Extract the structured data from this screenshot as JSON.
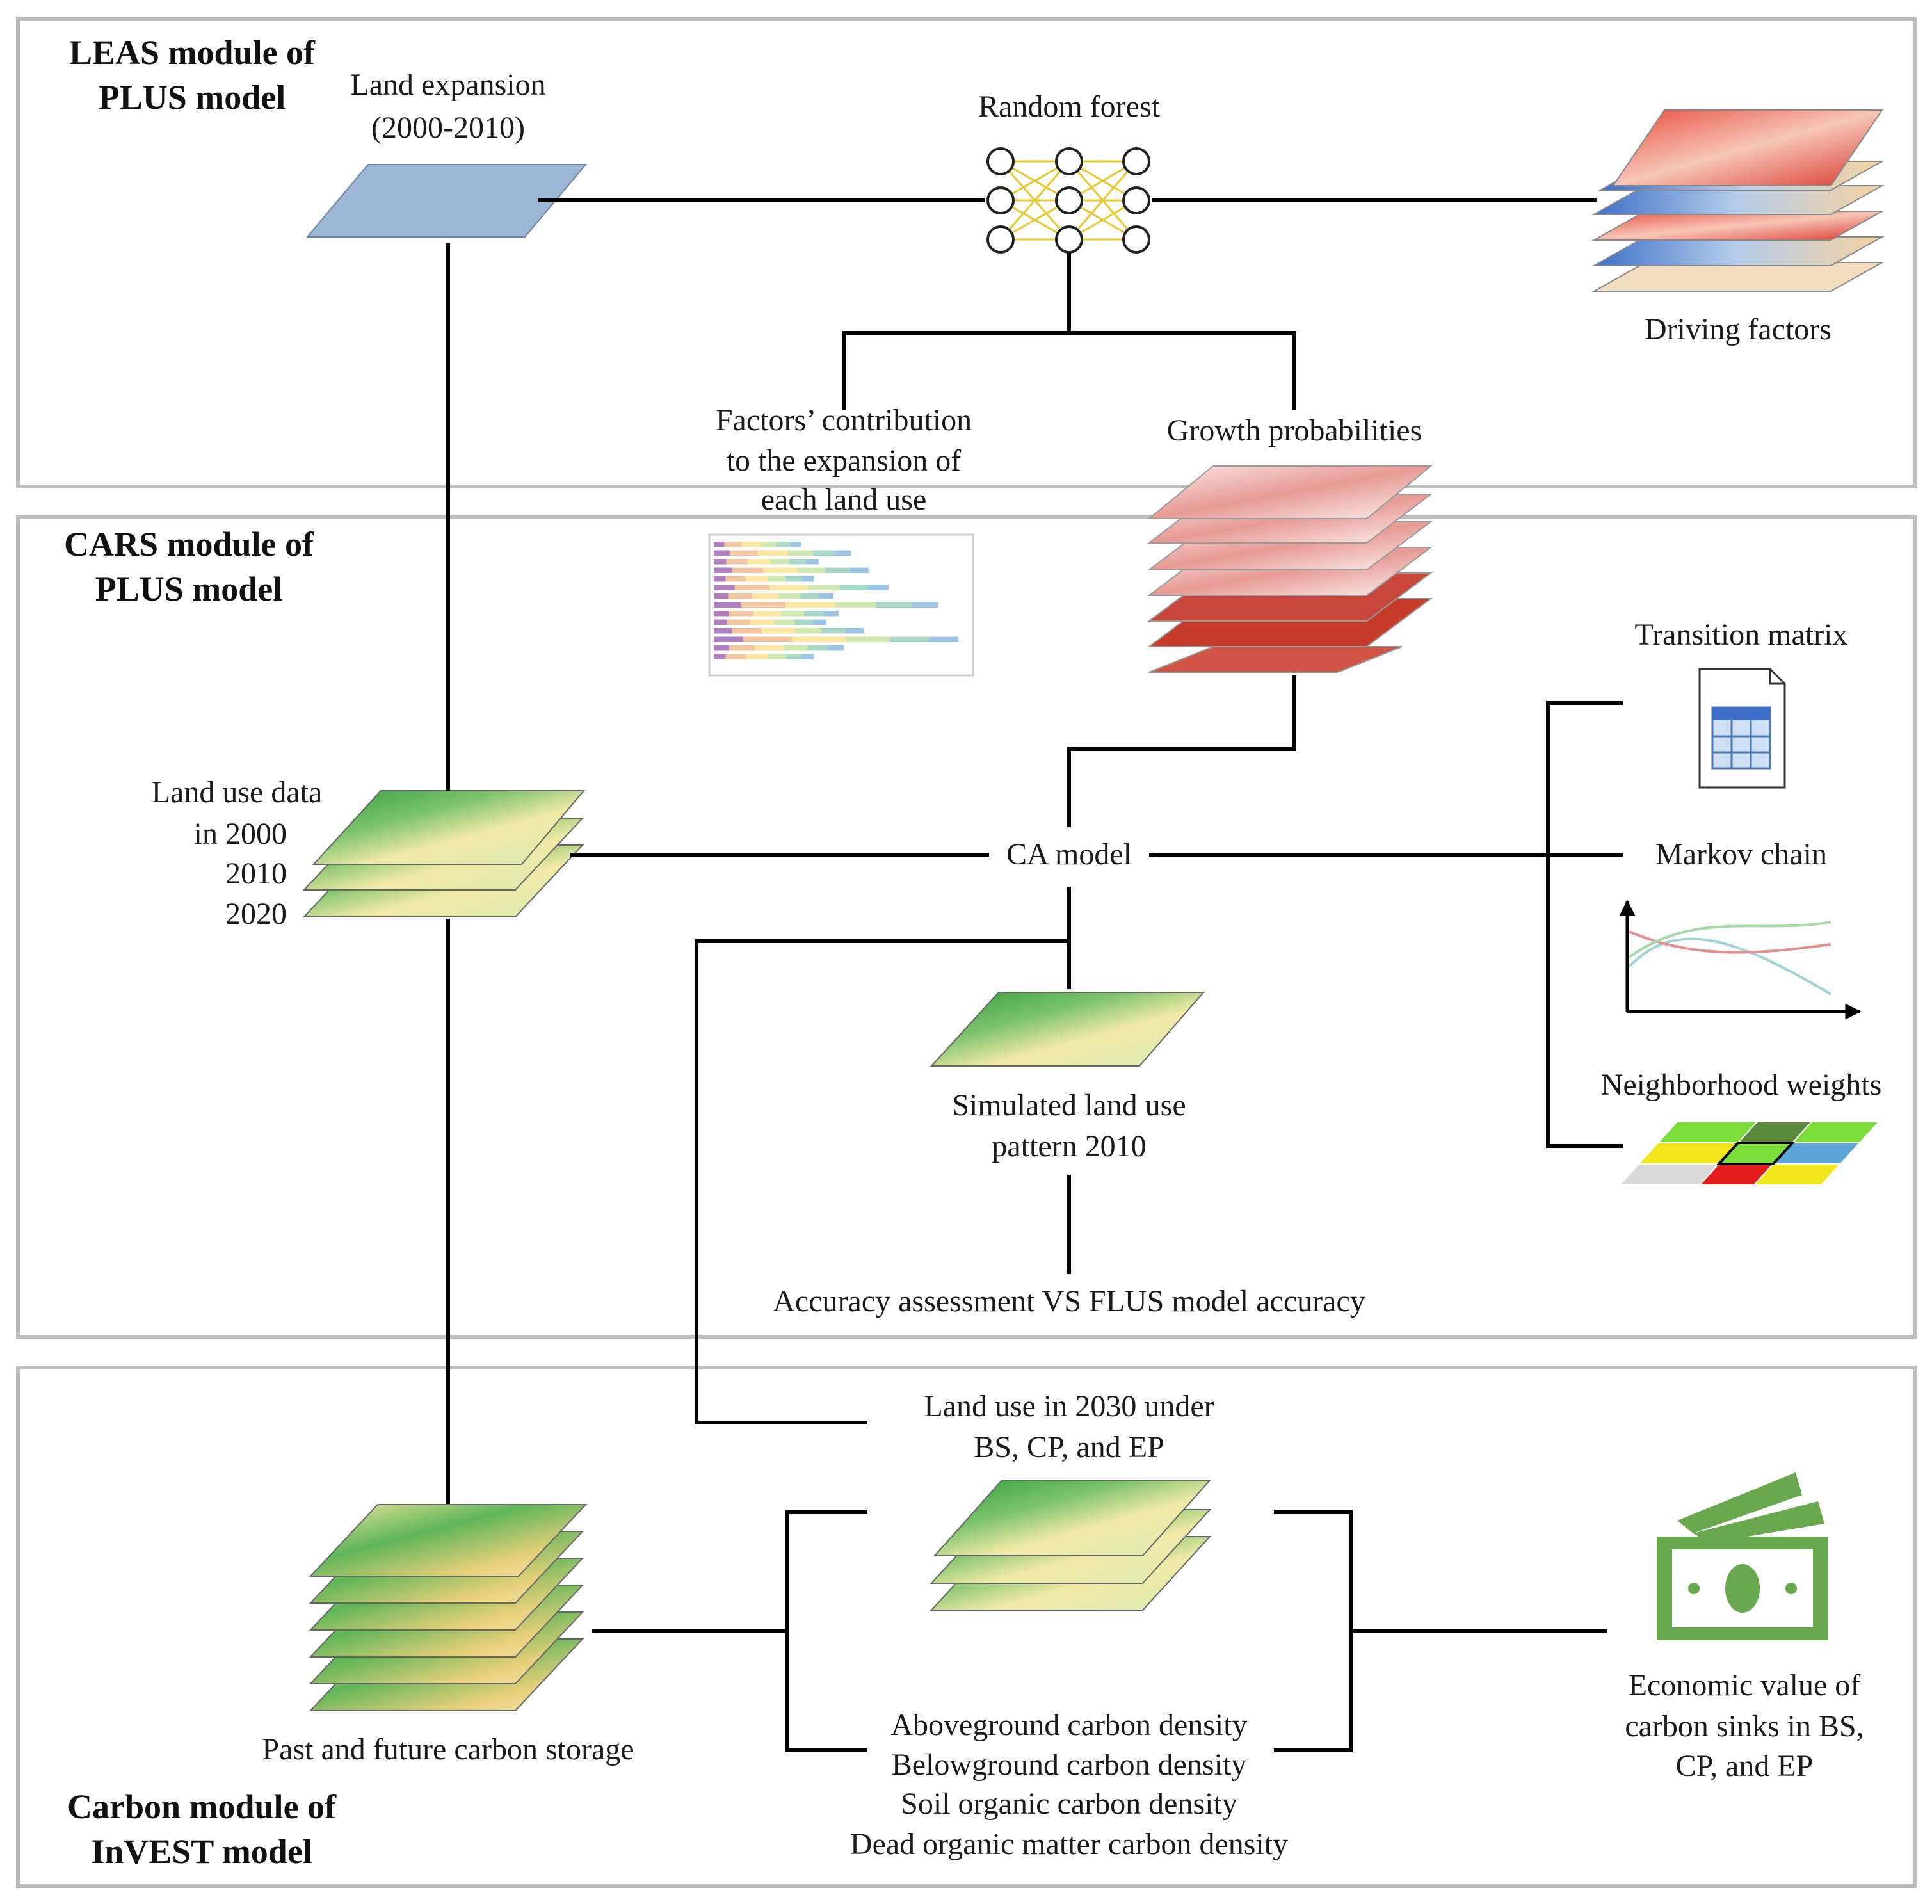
{
  "modules": {
    "leas": {
      "line1": "LEAS module of",
      "line2": "PLUS model"
    },
    "cars": {
      "line1": "CARS module of",
      "line2": "PLUS model"
    },
    "carbon": {
      "line1": "Carbon module of",
      "line2": "InVEST model"
    }
  },
  "nodes": {
    "land_expansion": {
      "line1": "Land expansion",
      "line2": "(2000-2010)"
    },
    "random_forest": "Random forest",
    "driving_factors": "Driving factors",
    "factors_contribution": {
      "line1": "Factors’ contribution",
      "line2": "to the expansion of",
      "line3": "each land use"
    },
    "growth_probabilities": "Growth probabilities",
    "land_use_data": {
      "line1": "Land use data",
      "line2": "in 2000",
      "line3": "2010",
      "line4": "2020"
    },
    "ca_model": "CA model",
    "transition_matrix": "Transition matrix",
    "markov_chain": "Markov chain",
    "neighborhood_weights": "Neighborhood weights",
    "simulated_pattern": {
      "line1": "Simulated land use",
      "line2": "pattern 2010"
    },
    "accuracy": "Accuracy assessment VS FLUS model accuracy",
    "land_use_2030": {
      "line1": "Land use in 2030 under",
      "line2": "BS, CP, and EP"
    },
    "past_future_storage": "Past and future carbon storage",
    "carbon_densities": [
      "Aboveground carbon density",
      "Belowground carbon density",
      "Soil organic carbon density",
      "Dead organic matter carbon density"
    ],
    "economic_value": {
      "line1": "Economic value of",
      "line2": "carbon sinks in BS,",
      "line3": "CP, and EP"
    }
  },
  "colors": {
    "panel_border": "#bdbdbd",
    "arrow": "#000000",
    "expansion_fill": "#9db6d6",
    "network_line": "#e8c832",
    "money_green": "#6aa84f",
    "growth_red": "#c0392b"
  },
  "icons": [
    "neural-network-icon",
    "document-table-icon",
    "line-chart-icon",
    "grid-weights-icon",
    "money-icon"
  ]
}
